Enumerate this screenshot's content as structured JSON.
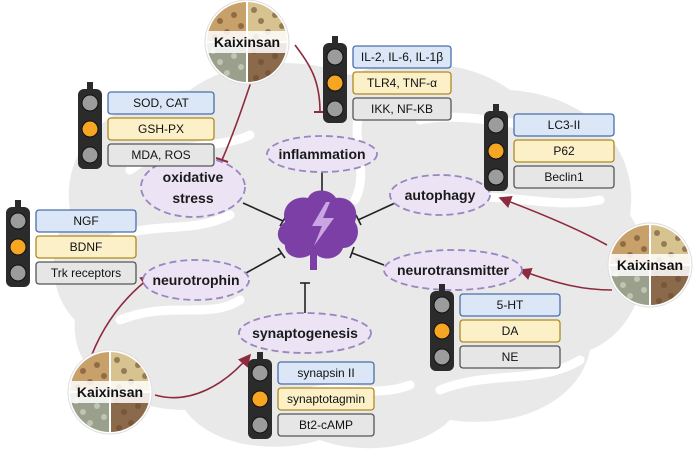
{
  "center": {
    "icon": "brain-lightning-icon",
    "color": "#7b3fa6"
  },
  "nodes": {
    "inflammation": "inflammation",
    "oxidative_1": "oxidative",
    "oxidative_2": "stress",
    "autophagy": "autophagy",
    "neurotrophin": "neurotrophin",
    "neurotransmitter": "neurotransmitter",
    "synaptogenesis": "synaptogenesis"
  },
  "herb_label": "Kaixinsan",
  "panels": {
    "inflammation": [
      "IL-2, IL-6, IL-1β",
      "TLR4, TNF-α",
      "IKK, NF-KB"
    ],
    "oxidative": [
      "SOD, CAT",
      "GSH-PX",
      "MDA, ROS"
    ],
    "autophagy": [
      "LC3-II",
      "P62",
      "Beclin1"
    ],
    "neurotrophin": [
      "NGF",
      "BDNF",
      "Trk receptors"
    ],
    "neurotransmitter": [
      "5-HT",
      "DA",
      "NE"
    ],
    "synaptogenesis": [
      "synapsin II",
      "synaptotagmin",
      "Bt2-cAMP"
    ]
  },
  "colors": {
    "up_box": "#dbe6f7",
    "up_border": "#4a6fa8",
    "mid_box": "#fbf0c8",
    "mid_border": "#b08a1e",
    "down_box": "#e6e6e6",
    "down_border": "#555555",
    "node_fill": "#ece4f4",
    "node_border": "#9a86c0",
    "arrow": "#8e2a3e",
    "light_amber": "#f6a623",
    "light_gray": "#9c9c9c"
  }
}
